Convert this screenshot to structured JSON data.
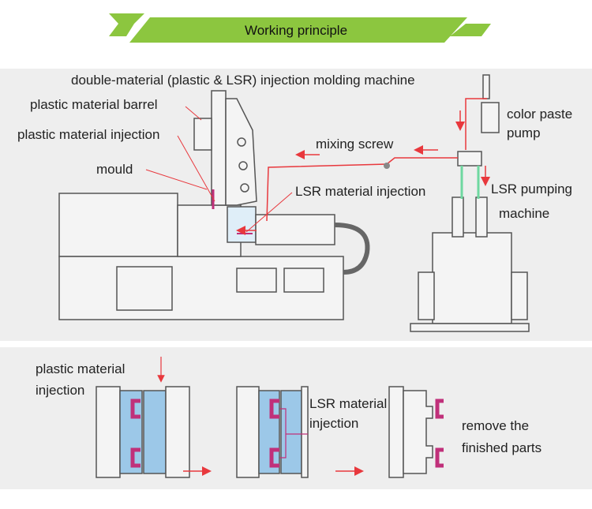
{
  "banner": {
    "title": "Working principle",
    "accent_color": "#8cc63f"
  },
  "top_diagram": {
    "machine_title": "double-material (plastic & LSR) injection molding machine",
    "labels": {
      "plastic_barrel": "plastic material barrel",
      "plastic_injection": "plastic material injection",
      "mould": "mould",
      "mixing_screw": "mixing screw",
      "lsr_injection": "LSR material injection",
      "color_paste_pump_line1": "color paste",
      "color_paste_pump_line2": "pump",
      "lsr_pumping_line1": "LSR pumping",
      "lsr_pumping_line2": "machine"
    }
  },
  "bottom_steps": {
    "step1_line1": "plastic material",
    "step1_line2": "injection",
    "step2_line1": "LSR material",
    "step2_line2": "injection",
    "step3_line1": "remove the",
    "step3_line2": "finished parts"
  },
  "colors": {
    "flow_red": "#e8383d",
    "part_magenta": "#c0307a",
    "panel_gray": "#eeeeee",
    "machine_line": "#555555",
    "lsr_green": "#6fd8a0",
    "mold_blue": "#9cc8e8"
  }
}
